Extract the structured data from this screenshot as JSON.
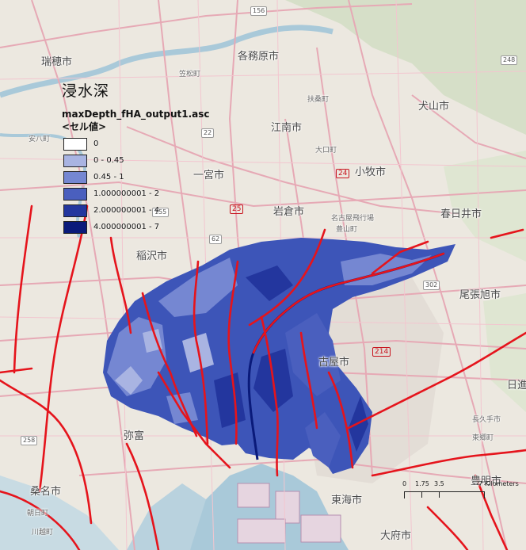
{
  "legend": {
    "title": "浸水深",
    "layer": "maxDepth_fHA_output1.asc",
    "subtitle": "<セル値>",
    "classes": [
      {
        "label": "0",
        "color": "#ffffff"
      },
      {
        "label": "0 - 0.45",
        "color": "#a9b4e2"
      },
      {
        "label": "0.45 - 1",
        "color": "#7587d2"
      },
      {
        "label": "1.000000001 - 2",
        "color": "#4a5fbe"
      },
      {
        "label": "2.000000001 - 4",
        "color": "#23369e"
      },
      {
        "label": "4.000000001 - 7",
        "color": "#0a1a7a"
      }
    ]
  },
  "places": {
    "kakamigahara": "各務原市",
    "mizuho": "瑞穂市",
    "inuyama": "犬山市",
    "konan": "江南市",
    "ichinomiya": "一宮市",
    "komaki": "小牧市",
    "iwakura": "岩倉市",
    "kasugai": "春日井市",
    "inazawa": "稲沢市",
    "owariasahi": "尾張旭市",
    "nagoya": "古屋市",
    "yatomi": "弥富",
    "kuwana": "桑名市",
    "tokai": "東海市",
    "obu": "大府市",
    "toyoake": "豊明市",
    "nisshin": "日進",
    "togo": "東郷町",
    "asahi": "朝日町",
    "kawagoe": "川越町",
    "fuso": "扶桑町",
    "oguchi": "大口町",
    "anpachi": "安八町",
    "kasamatsu": "笠松町",
    "toyoyama": "豊山町",
    "nagoya_airport": "名古屋飛行場",
    "nagakute": "長久手市"
  },
  "roads": [
    "156",
    "248",
    "22",
    "155",
    "62",
    "302",
    "25",
    "24",
    "258",
    "214"
  ],
  "scalebar": {
    "ticks": [
      "0",
      "1.75",
      "3.5",
      "7"
    ],
    "unit": "Kilometers"
  },
  "colors": {
    "river": "#e5141c",
    "flood_base": "#3d55b8",
    "land": "#ece8e0",
    "bay": "#a9c9d9"
  }
}
